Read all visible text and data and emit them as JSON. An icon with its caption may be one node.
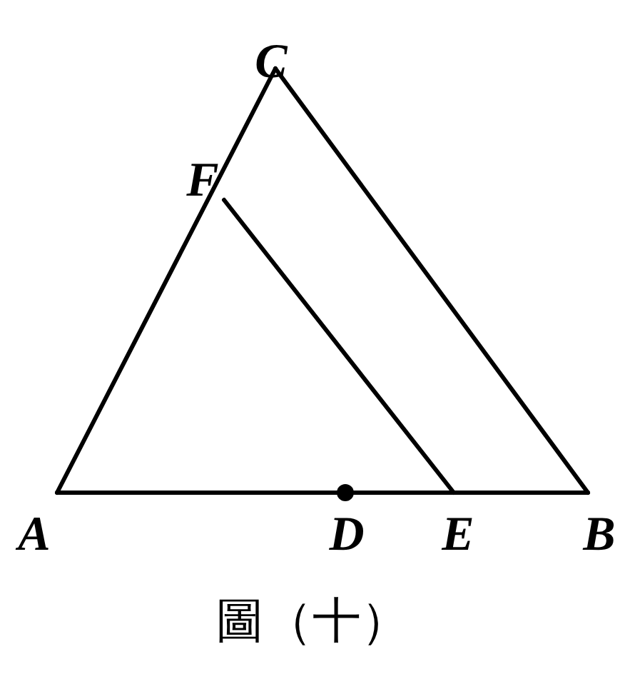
{
  "diagram": {
    "caption": "圖（十）",
    "labels": [
      "C",
      "F",
      "A",
      "D",
      "E",
      "B"
    ]
  }
}
